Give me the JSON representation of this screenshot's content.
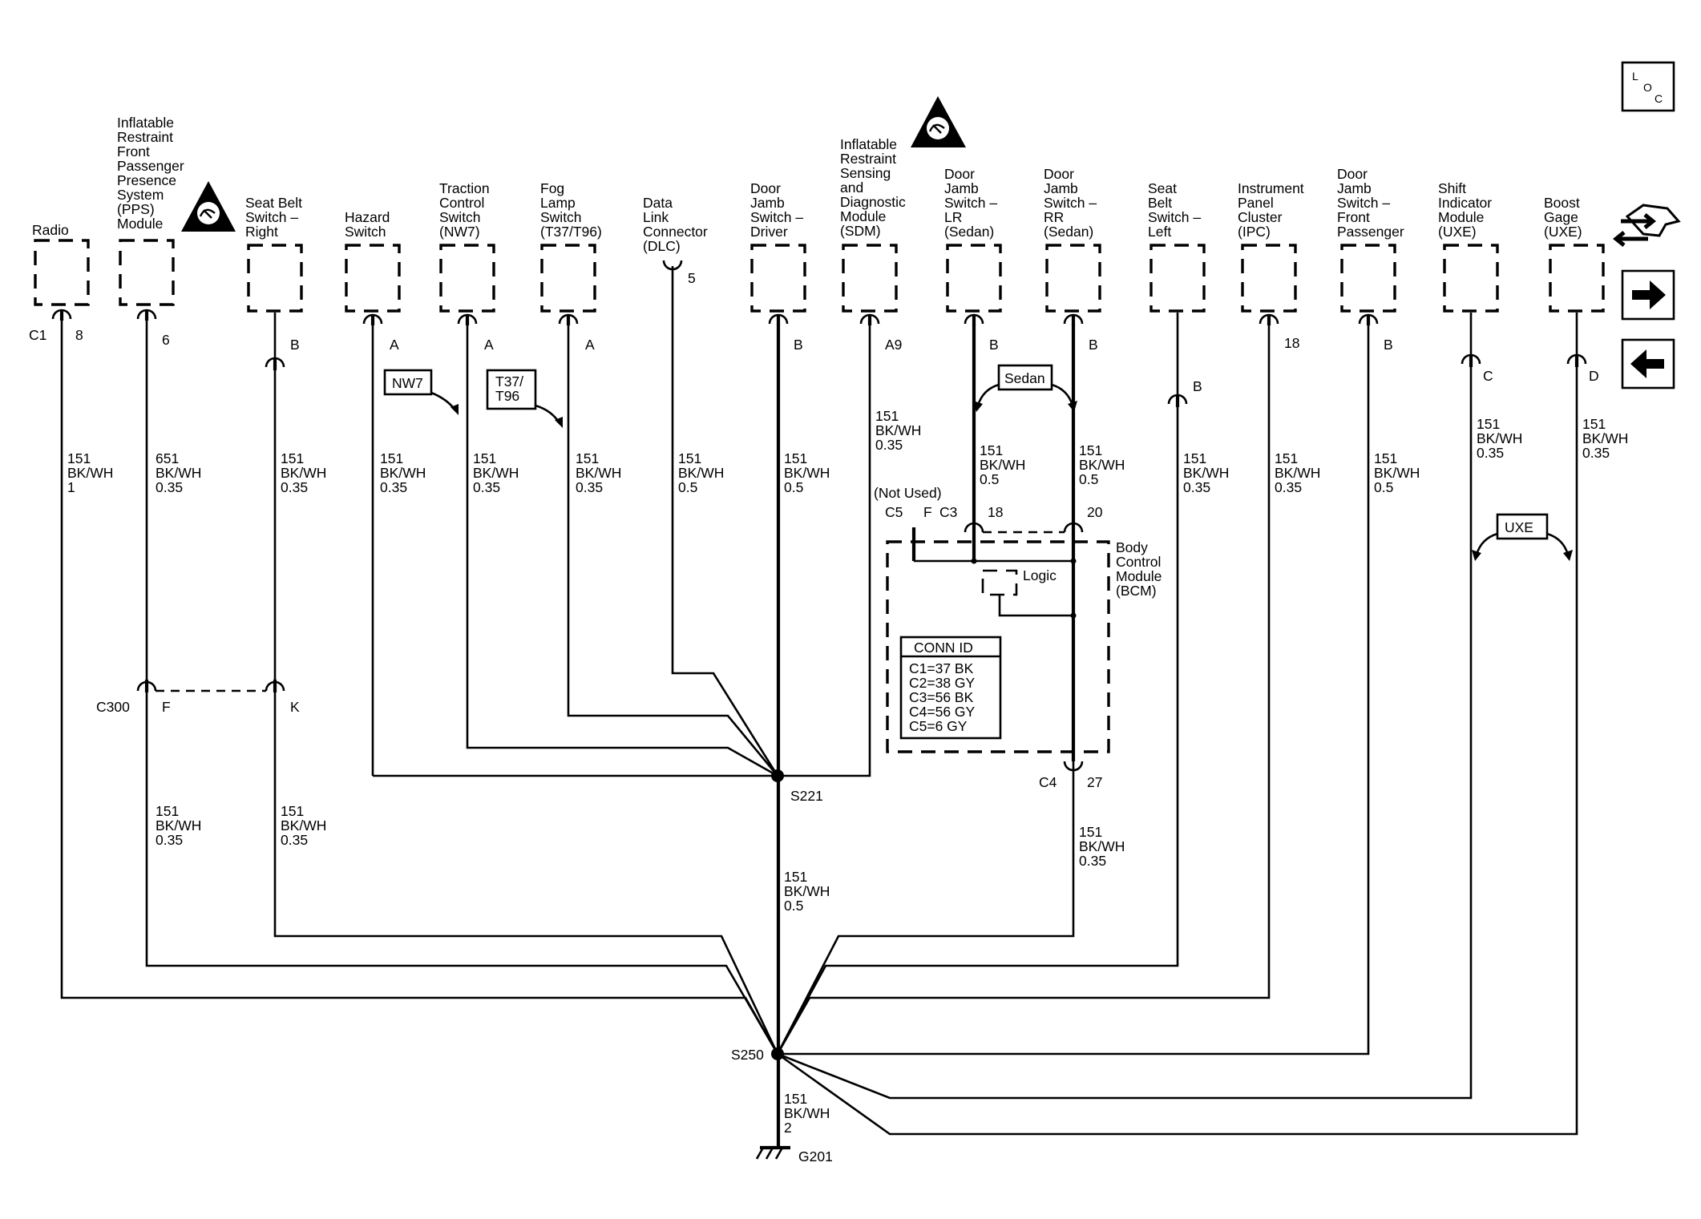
{
  "components": {
    "radio": "Radio",
    "pps": [
      "Inflatable",
      "Restraint",
      "Front",
      "Passenger",
      "Presence",
      "System",
      "(PPS)",
      "Module"
    ],
    "seatbelt_right": [
      "Seat Belt",
      "Switch –",
      "Right"
    ],
    "hazard": [
      "Hazard",
      "Switch"
    ],
    "traction": [
      "Traction",
      "Control",
      "Switch",
      "(NW7)"
    ],
    "fog": [
      "Fog",
      "Lamp",
      "Switch",
      "(T37/T96)"
    ],
    "dlc": [
      "Data",
      "Link",
      "Connector",
      "(DLC)"
    ],
    "dj_driver": [
      "Door",
      "Jamb",
      "Switch –",
      "Driver"
    ],
    "sdm": [
      "Inflatable",
      "Restraint",
      "Sensing",
      "and",
      "Diagnostic",
      "Module",
      "(SDM)"
    ],
    "dj_lr": [
      "Door",
      "Jamb",
      "Switch –",
      "LR",
      "(Sedan)"
    ],
    "dj_rr": [
      "Door",
      "Jamb",
      "Switch –",
      "RR",
      "(Sedan)"
    ],
    "seatbelt_left": [
      "Seat",
      "Belt",
      "Switch –",
      "Left"
    ],
    "ipc": [
      "Instrument",
      "Panel",
      "Cluster",
      "(IPC)"
    ],
    "dj_front": [
      "Door",
      "Jamb",
      "Switch –",
      "Front",
      "Passenger"
    ],
    "shift": [
      "Shift",
      "Indicator",
      "Module",
      "(UXE)"
    ],
    "boost": [
      "Boost",
      "Gage",
      "(UXE)"
    ],
    "bcm": [
      "Body",
      "Control",
      "Module",
      "(BCM)"
    ]
  },
  "pins": {
    "radio_conn": "C1",
    "radio": "8",
    "pps": "6",
    "seatbelt_right": "B",
    "hazard": "A",
    "traction": "A",
    "fog": "A",
    "dlc": "5",
    "dj_driver": "B",
    "sdm": "A9",
    "dj_lr": "B",
    "dj_rr": "B",
    "seatbelt_left": "B",
    "ipc": "18",
    "dj_front": "B",
    "shift": "C",
    "boost": "D",
    "c300": "C300",
    "c300_f": "F",
    "c300_k": "K",
    "bcm_c5": "C5",
    "bcm_f": "F",
    "bcm_c3": "C3",
    "bcm_18": "18",
    "bcm_20": "20",
    "bcm_c4": "C4",
    "bcm_27": "27",
    "not_used": "(Not Used)"
  },
  "wires": {
    "radio": [
      "151",
      "BK/WH",
      "1"
    ],
    "pps": [
      "651",
      "BK/WH",
      "0.35"
    ],
    "seatbelt_right": [
      "151",
      "BK/WH",
      "0.35"
    ],
    "hazard": [
      "151",
      "BK/WH",
      "0.35"
    ],
    "traction": [
      "151",
      "BK/WH",
      "0.35"
    ],
    "fog": [
      "151",
      "BK/WH",
      "0.35"
    ],
    "dlc": [
      "151",
      "BK/WH",
      "0.5"
    ],
    "dj_driver": [
      "151",
      "BK/WH",
      "0.5"
    ],
    "sdm": [
      "151",
      "BK/WH",
      "0.35"
    ],
    "dj_lr": [
      "151",
      "BK/WH",
      "0.5"
    ],
    "dj_rr": [
      "151",
      "BK/WH",
      "0.5"
    ],
    "seatbelt_left": [
      "151",
      "BK/WH",
      "0.35"
    ],
    "ipc": [
      "151",
      "BK/WH",
      "0.35"
    ],
    "dj_front": [
      "151",
      "BK/WH",
      "0.5"
    ],
    "shift": [
      "151",
      "BK/WH",
      "0.35"
    ],
    "boost": [
      "151",
      "BK/WH",
      "0.35"
    ],
    "pps_lower": [
      "151",
      "BK/WH",
      "0.35"
    ],
    "seatbelt_right_lower": [
      "151",
      "BK/WH",
      "0.35"
    ],
    "s221_trunk": [
      "151",
      "BK/WH",
      "0.5"
    ],
    "bcm_lower": [
      "151",
      "BK/WH",
      "0.35"
    ],
    "ground": [
      "151",
      "BK/WH",
      "2"
    ]
  },
  "splices": {
    "s221": "S221",
    "s250": "S250",
    "ground": "G201"
  },
  "options": {
    "nw7": "NW7",
    "t37": [
      "T37/",
      "T96"
    ],
    "sedan": "Sedan",
    "uxe": "UXE"
  },
  "bcm_logic": "Logic",
  "conn_id": {
    "title": "CONN ID",
    "rows": [
      "C1=37 BK",
      "C2=38 GY",
      "C3=56 BK",
      "C4=56 GY",
      "C5=6 GY"
    ]
  },
  "nav": {
    "loc": [
      "L",
      "O",
      "C"
    ]
  },
  "icons": [
    "airbag-warning-icon",
    "airbag-warning-icon",
    "loc-icon",
    "component-locator-icon",
    "next-arrow-icon",
    "prev-arrow-icon"
  ]
}
